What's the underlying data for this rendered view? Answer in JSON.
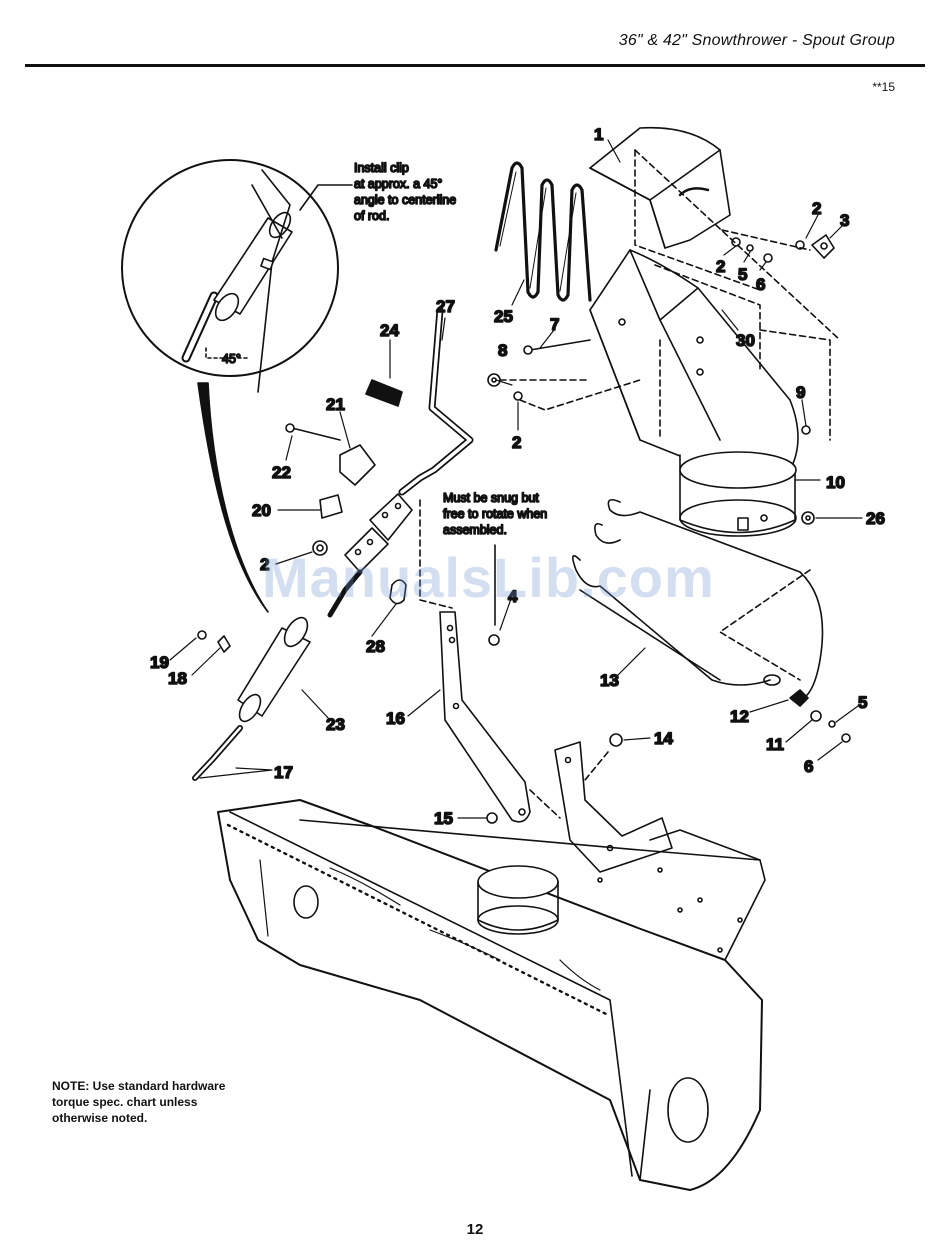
{
  "header": {
    "title": "36\" & 42\" Snowthrower - Spout Group",
    "code": "**15"
  },
  "detail": {
    "instruction": [
      "Install clip",
      "at approx. a 45°",
      "angle to centerline",
      "of rod."
    ],
    "angle": "45°"
  },
  "snug_note": [
    "Must be snug but",
    "free to rotate when",
    "assembled."
  ],
  "note": [
    "NOTE: Use standard hardware",
    "torque spec. chart unless",
    "otherwise noted."
  ],
  "page_number": "12",
  "watermark": "ManualsLib.com",
  "callouts": [
    {
      "id": "c1",
      "label": "1"
    },
    {
      "id": "c2a",
      "label": "2"
    },
    {
      "id": "c3",
      "label": "3"
    },
    {
      "id": "c2b",
      "label": "2"
    },
    {
      "id": "c5a",
      "label": "5"
    },
    {
      "id": "c6a",
      "label": "6"
    },
    {
      "id": "c25",
      "label": "25"
    },
    {
      "id": "c7",
      "label": "7"
    },
    {
      "id": "c30",
      "label": "30"
    },
    {
      "id": "c27",
      "label": "27"
    },
    {
      "id": "c24",
      "label": "24"
    },
    {
      "id": "c8",
      "label": "8"
    },
    {
      "id": "c2c",
      "label": "2"
    },
    {
      "id": "c9",
      "label": "9"
    },
    {
      "id": "c21",
      "label": "21"
    },
    {
      "id": "c22",
      "label": "22"
    },
    {
      "id": "c10",
      "label": "10"
    },
    {
      "id": "c26",
      "label": "26"
    },
    {
      "id": "c20",
      "label": "20"
    },
    {
      "id": "c2d",
      "label": "2"
    },
    {
      "id": "c4",
      "label": "4"
    },
    {
      "id": "c28",
      "label": "28"
    },
    {
      "id": "c19",
      "label": "19"
    },
    {
      "id": "c18",
      "label": "18"
    },
    {
      "id": "c23",
      "label": "23"
    },
    {
      "id": "c13",
      "label": "13"
    },
    {
      "id": "c16",
      "label": "16"
    },
    {
      "id": "c12",
      "label": "12"
    },
    {
      "id": "c5b",
      "label": "5"
    },
    {
      "id": "c11",
      "label": "11"
    },
    {
      "id": "c6b",
      "label": "6"
    },
    {
      "id": "c14",
      "label": "14"
    },
    {
      "id": "c17",
      "label": "17"
    },
    {
      "id": "c15",
      "label": "15"
    }
  ]
}
